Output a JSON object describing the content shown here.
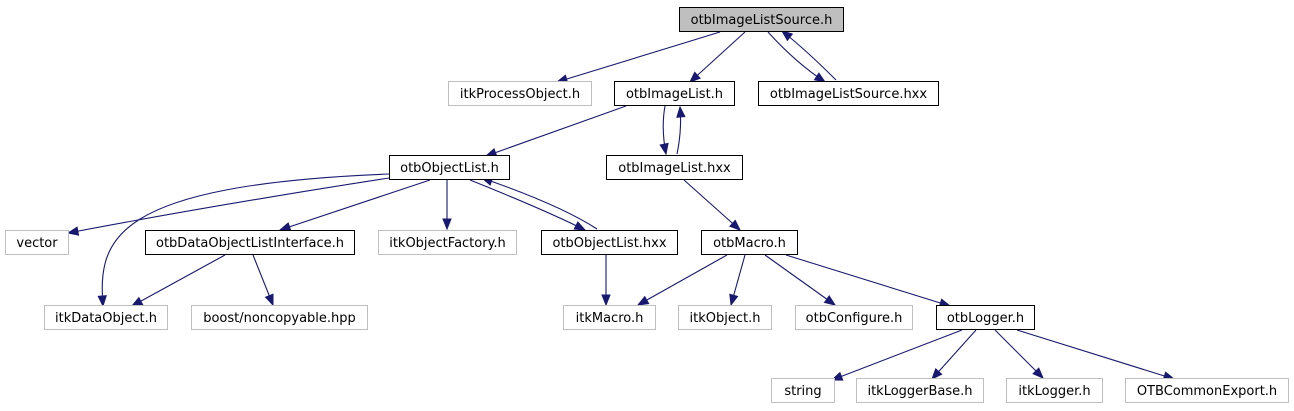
{
  "graph": {
    "colors": {
      "edge": "#191970",
      "root_fill": "#bfbfbf",
      "node_border": "#000000",
      "external_border": "#bfbfbf",
      "background": "#ffffff"
    },
    "nodes": [
      {
        "id": "otbImageListSource_h",
        "label": "otbImageListSource.h",
        "kind": "root"
      },
      {
        "id": "itkProcessObject_h",
        "label": "itkProcessObject.h",
        "kind": "external"
      },
      {
        "id": "otbImageList_h",
        "label": "otbImageList.h",
        "kind": "normal"
      },
      {
        "id": "otbImageListSource_hxx",
        "label": "otbImageListSource.hxx",
        "kind": "normal"
      },
      {
        "id": "otbObjectList_h",
        "label": "otbObjectList.h",
        "kind": "normal"
      },
      {
        "id": "otbImageList_hxx",
        "label": "otbImageList.hxx",
        "kind": "normal"
      },
      {
        "id": "vector",
        "label": "vector",
        "kind": "external"
      },
      {
        "id": "otbDataObjectListInterface_h",
        "label": "otbDataObjectListInterface.h",
        "kind": "normal"
      },
      {
        "id": "itkObjectFactory_h",
        "label": "itkObjectFactory.h",
        "kind": "external"
      },
      {
        "id": "otbObjectList_hxx",
        "label": "otbObjectList.hxx",
        "kind": "normal"
      },
      {
        "id": "otbMacro_h",
        "label": "otbMacro.h",
        "kind": "normal"
      },
      {
        "id": "itkDataObject_h",
        "label": "itkDataObject.h",
        "kind": "external"
      },
      {
        "id": "boost_noncopyable_hpp",
        "label": "boost/noncopyable.hpp",
        "kind": "external"
      },
      {
        "id": "itkMacro_h",
        "label": "itkMacro.h",
        "kind": "external"
      },
      {
        "id": "itkObject_h",
        "label": "itkObject.h",
        "kind": "external"
      },
      {
        "id": "otbConfigure_h",
        "label": "otbConfigure.h",
        "kind": "external"
      },
      {
        "id": "otbLogger_h",
        "label": "otbLogger.h",
        "kind": "normal"
      },
      {
        "id": "string",
        "label": "string",
        "kind": "external"
      },
      {
        "id": "itkLoggerBase_h",
        "label": "itkLoggerBase.h",
        "kind": "external"
      },
      {
        "id": "itkLogger_h",
        "label": "itkLogger.h",
        "kind": "external"
      },
      {
        "id": "OTBCommonExport_h",
        "label": "OTBCommonExport.h",
        "kind": "external"
      }
    ],
    "edges": [
      {
        "from": "otbImageListSource_h",
        "to": "itkProcessObject_h"
      },
      {
        "from": "otbImageListSource_h",
        "to": "otbImageList_h"
      },
      {
        "from": "otbImageListSource_h",
        "to": "otbImageListSource_hxx"
      },
      {
        "from": "otbImageListSource_hxx",
        "to": "otbImageListSource_h"
      },
      {
        "from": "otbImageList_h",
        "to": "otbObjectList_h"
      },
      {
        "from": "otbImageList_h",
        "to": "otbImageList_hxx"
      },
      {
        "from": "otbImageList_hxx",
        "to": "otbImageList_h"
      },
      {
        "from": "otbObjectList_h",
        "to": "vector"
      },
      {
        "from": "otbObjectList_h",
        "to": "itkDataObject_h"
      },
      {
        "from": "otbObjectList_h",
        "to": "otbDataObjectListInterface_h"
      },
      {
        "from": "otbObjectList_h",
        "to": "itkObjectFactory_h"
      },
      {
        "from": "otbObjectList_h",
        "to": "otbObjectList_hxx"
      },
      {
        "from": "otbObjectList_hxx",
        "to": "otbObjectList_h"
      },
      {
        "from": "otbDataObjectListInterface_h",
        "to": "itkDataObject_h"
      },
      {
        "from": "otbDataObjectListInterface_h",
        "to": "boost_noncopyable_hpp"
      },
      {
        "from": "otbObjectList_hxx",
        "to": "itkMacro_h"
      },
      {
        "from": "otbImageList_hxx",
        "to": "otbMacro_h"
      },
      {
        "from": "otbMacro_h",
        "to": "itkMacro_h"
      },
      {
        "from": "otbMacro_h",
        "to": "itkObject_h"
      },
      {
        "from": "otbMacro_h",
        "to": "otbConfigure_h"
      },
      {
        "from": "otbMacro_h",
        "to": "otbLogger_h"
      },
      {
        "from": "otbLogger_h",
        "to": "string"
      },
      {
        "from": "otbLogger_h",
        "to": "itkLoggerBase_h"
      },
      {
        "from": "otbLogger_h",
        "to": "itkLogger_h"
      },
      {
        "from": "otbLogger_h",
        "to": "OTBCommonExport_h"
      }
    ]
  }
}
